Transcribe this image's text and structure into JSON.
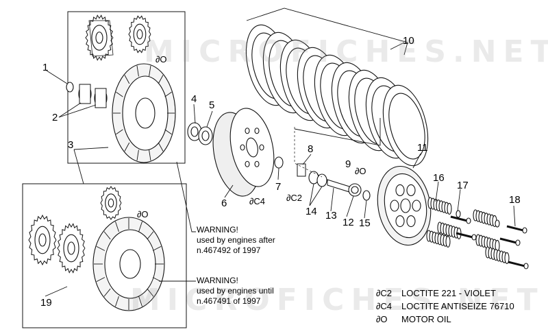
{
  "watermark": "MICROFICHES.NET",
  "callouts": [
    "1",
    "2",
    "3",
    "4",
    "5",
    "6",
    "7",
    "8",
    "9",
    "10",
    "11",
    "12",
    "13",
    "14",
    "15",
    "16",
    "17",
    "18",
    "19"
  ],
  "symbols": {
    "motor_oil": "∂O",
    "c2": "∂C2",
    "c4": "∂C4"
  },
  "warnings": {
    "after": [
      "WARNING!",
      "used by engines after",
      "n.467492 of 1997"
    ],
    "until": [
      "WARNING!",
      "used by engines until",
      "n.467491 of 1997"
    ]
  },
  "legend": [
    {
      "symbol": "∂C2",
      "text": "LOCTITE 221 - VIOLET"
    },
    {
      "symbol": "∂C4",
      "text": "LOCTITE ANTISEIZE 76710"
    },
    {
      "symbol": "∂O",
      "text": "MOTOR OIL"
    }
  ]
}
